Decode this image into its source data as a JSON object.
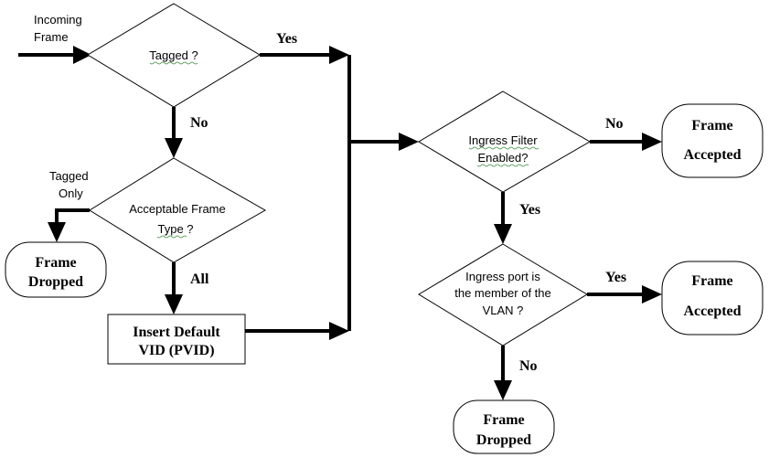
{
  "diagram": {
    "incoming_label_line1": "Incoming",
    "incoming_label_line2": "Frame",
    "tagged_question": "Tagged ?",
    "yes_top": "Yes",
    "no_tagged": "No",
    "tagged_only_line1": "Tagged",
    "tagged_only_line2": "Only",
    "acceptable_line1": "Acceptable Frame",
    "acceptable_line2": "Type ?",
    "all_label": "All",
    "dropped_left_line1": "Frame",
    "dropped_left_line2": "Dropped",
    "insert_line1": "Insert Default",
    "insert_line2": "VID (PVID)",
    "ingress_line1": "Ingress Filter",
    "ingress_line2": "Enabled?",
    "no_ingress": "No",
    "accepted_top_line1": "Frame",
    "accepted_top_line2": "Accepted",
    "yes_ingress": "Yes",
    "member_line1": "Ingress port is",
    "member_line2": "the member of the",
    "member_line3": "VLAN ?",
    "yes_member": "Yes",
    "accepted_bottom_line1": "Frame",
    "accepted_bottom_line2": "Accepted",
    "no_member": "No",
    "dropped_bottom_line1": "Frame",
    "dropped_bottom_line2": "Dropped"
  }
}
